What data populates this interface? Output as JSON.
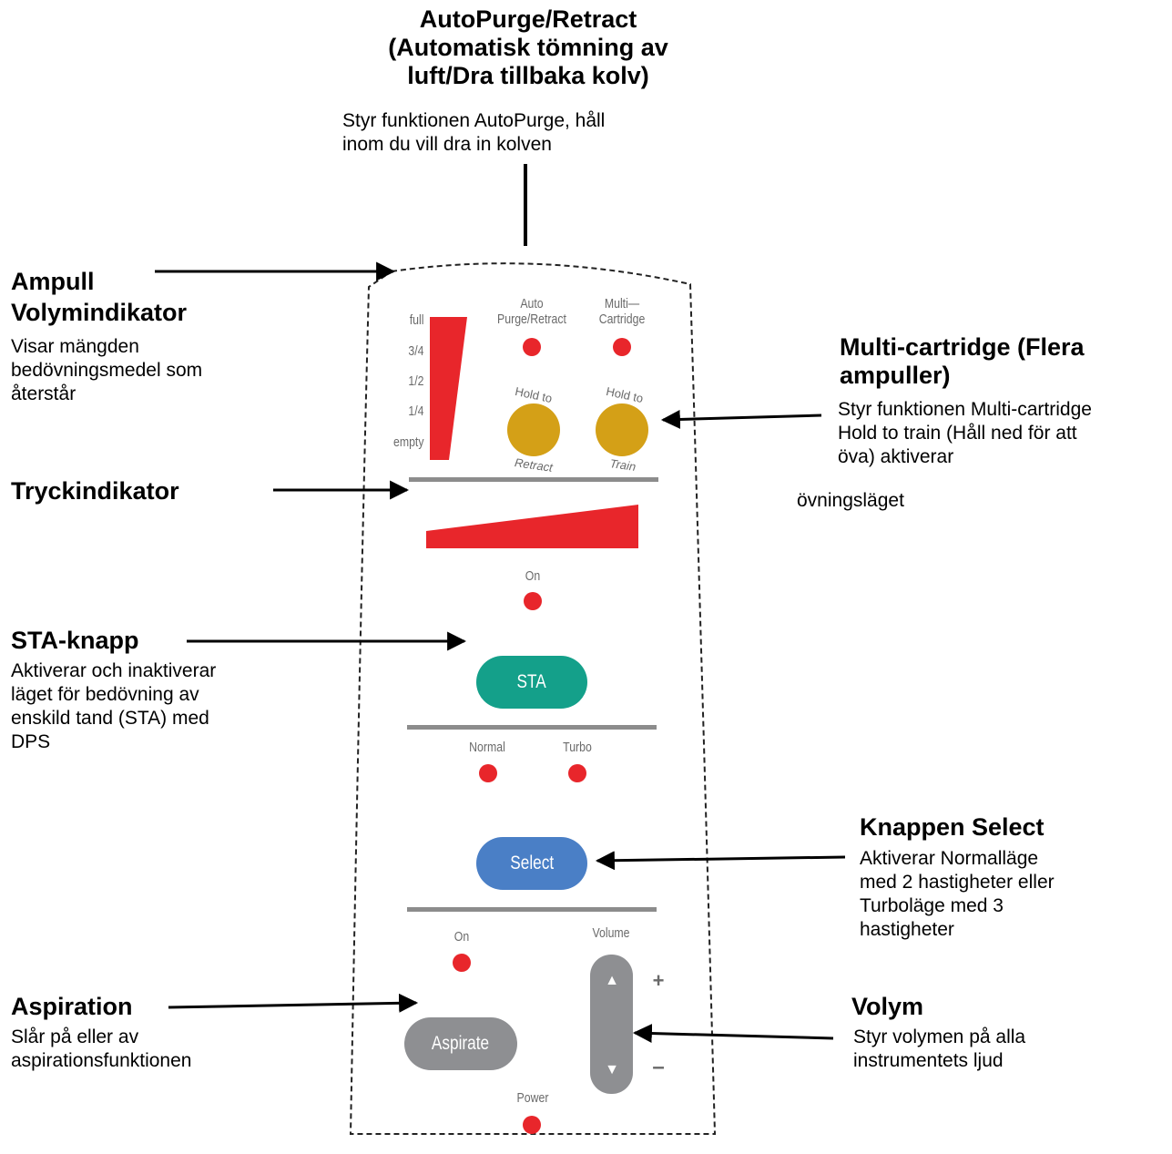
{
  "callouts": {
    "autopurge": {
      "title": "AutoPurge/Retract\n(Automatisk tömning av\n luft/Dra tillbaka kolv)",
      "desc": "Styr funktionen AutoPurge, håll\ninom du vill dra in kolven"
    },
    "ampull": {
      "title": "Ampull\nVolymindikator",
      "desc": " Visar mängden\n bedövningsmedel som\nåterstår"
    },
    "multi": {
      "title": "Multi-cartridge (Flera\nampuller)",
      "desc": "Styr funktionen Multi-cartridge\nHold to train (Håll ned för att\n      öva) aktiverar",
      "desc_tail": "övningsläget"
    },
    "tryck": {
      "title": "Tryckindikator"
    },
    "sta": {
      "title": "STA-knapp",
      "desc": "Aktiverar och inaktiverar\nläget för bedövning av\nenskild tand (STA) med\nDPS"
    },
    "select": {
      "title": "Knappen Select",
      "desc": "Aktiverar Normalläge\nmed 2 hastigheter eller\nTurboläge med 3\nhastigheter"
    },
    "aspiration": {
      "title": "Aspiration",
      "desc": "Slår på eller av\naspirationsfunktionen"
    },
    "volym": {
      "title": "Volym",
      "desc": "Styr volymen på alla\ninstrumentets ljud"
    }
  },
  "panel": {
    "volume_levels": [
      "full",
      "3/4",
      "1/2",
      "1/4",
      "empty"
    ],
    "autopurge_label": "Auto\nPurge/Retract",
    "multicartridge_label": "Multi—\nCartridge",
    "hold_to": "Hold to",
    "retract": "Retract",
    "train": "Train",
    "on_label": "On",
    "sta_button": "STA",
    "normal_label": "Normal",
    "turbo_label": "Turbo",
    "select_button": "Select",
    "aspirate_on_label": "On",
    "volume_label": "Volume",
    "plus": "+",
    "minus": "–",
    "aspirate_button": "Aspirate",
    "power_label": "Power",
    "up_arrow": "▲",
    "down_arrow": "▼"
  },
  "colors": {
    "led_red": "#e8262b",
    "gold": "#d4a017",
    "sta_green": "#14a08a",
    "select_blue": "#4a7fc6",
    "aspirate_gray": "#8e8f92",
    "divider_gray": "#8c8c8c"
  }
}
